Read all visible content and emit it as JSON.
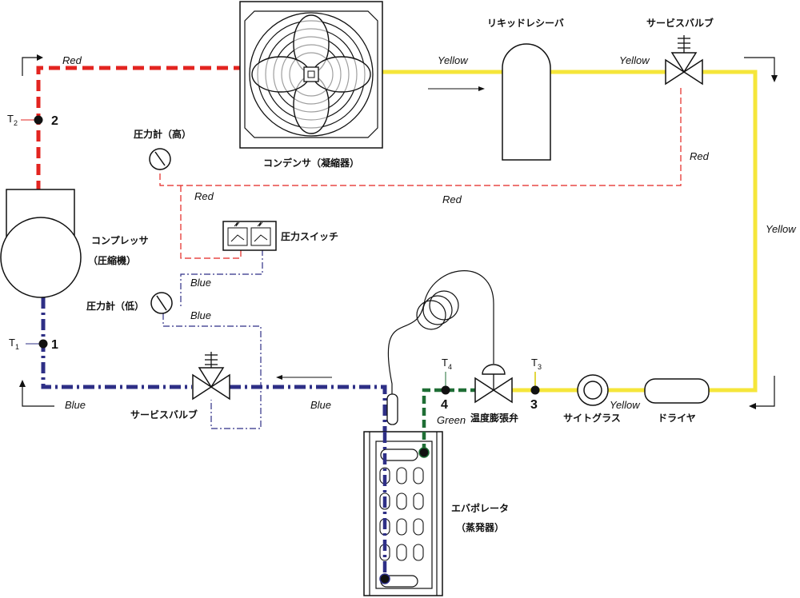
{
  "components": {
    "condenser": "コンデンサ（凝縮器）",
    "receiver": "リキッドレシーバ",
    "service_valve_top": "サービスバルブ",
    "service_valve_bottom": "サービスバルブ",
    "compressor_line1": "コンプレッサ",
    "compressor_line2": "（圧縮機）",
    "gauge_high": "圧力計（高）",
    "gauge_low": "圧力計（低）",
    "pressure_switch": "圧力スイッチ",
    "expansion_valve": "温度膨張弁",
    "sight_glass": "サイトグラス",
    "dryer": "ドライヤ",
    "evaporator_line1": "エバポレータ",
    "evaporator_line2": "（蒸発器）"
  },
  "line_labels": {
    "red_top": "Red",
    "red_valve": "Red",
    "red_gauge": "Red",
    "red_middle": "Red",
    "yellow_condenser": "Yellow",
    "yellow_receiver": "Yellow",
    "yellow_right": "Yellow",
    "yellow_sight": "Yellow",
    "blue_left": "Blue",
    "blue_middle": "Blue",
    "blue_switch": "Blue",
    "blue_gauge": "Blue",
    "green": "Green"
  },
  "points": {
    "p1": "1",
    "p2": "2",
    "p3": "3",
    "p4": "4",
    "t_letter": "T",
    "t1_sub": "1",
    "t2_sub": "2",
    "t3_sub": "3",
    "t4_sub": "4"
  },
  "colors": {
    "red": "#e32420",
    "yellow": "#f5e63a",
    "blue": "#2e2f86",
    "green": "#1f6e35",
    "black": "#111111"
  }
}
